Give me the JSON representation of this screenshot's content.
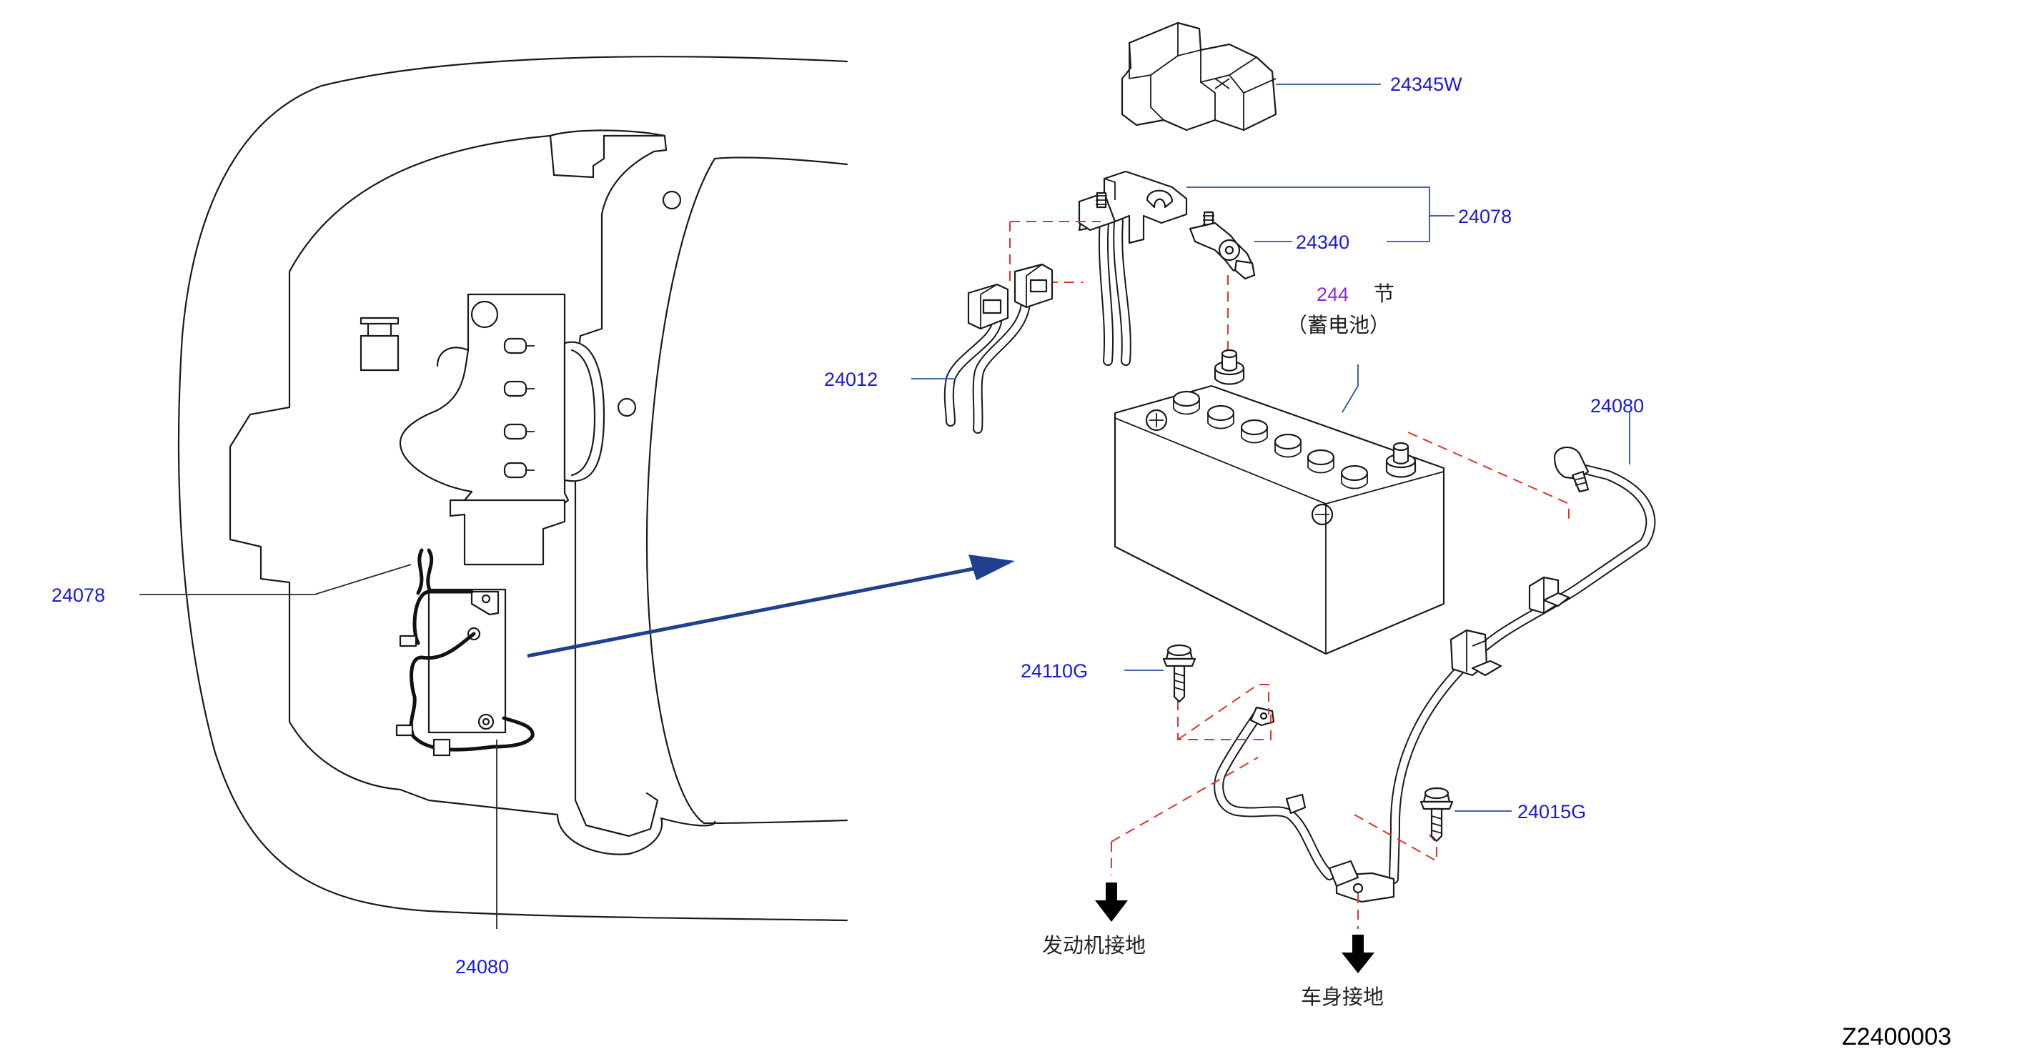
{
  "diagram_code": "Z2400003",
  "parts": {
    "cover": "24345W",
    "terminal_clip": "24340",
    "harness_group": "24078",
    "harness_left": "24078",
    "connector_harness": "24012",
    "battery_code": "244",
    "battery_suffix": "节",
    "battery_name": "（蓄电池）",
    "ground_cable": "24080",
    "ground_cable_left": "24080",
    "bolt_left": "24110G",
    "bolt_right": "24015G"
  },
  "ground_labels": {
    "engine": "发动机接地",
    "body": "车身接地"
  },
  "colors": {
    "part_number": "#1a1ad6",
    "section_number": "#8a2be2",
    "dashed_lead": "#e0342c",
    "arrow": "#1f3f8f"
  }
}
